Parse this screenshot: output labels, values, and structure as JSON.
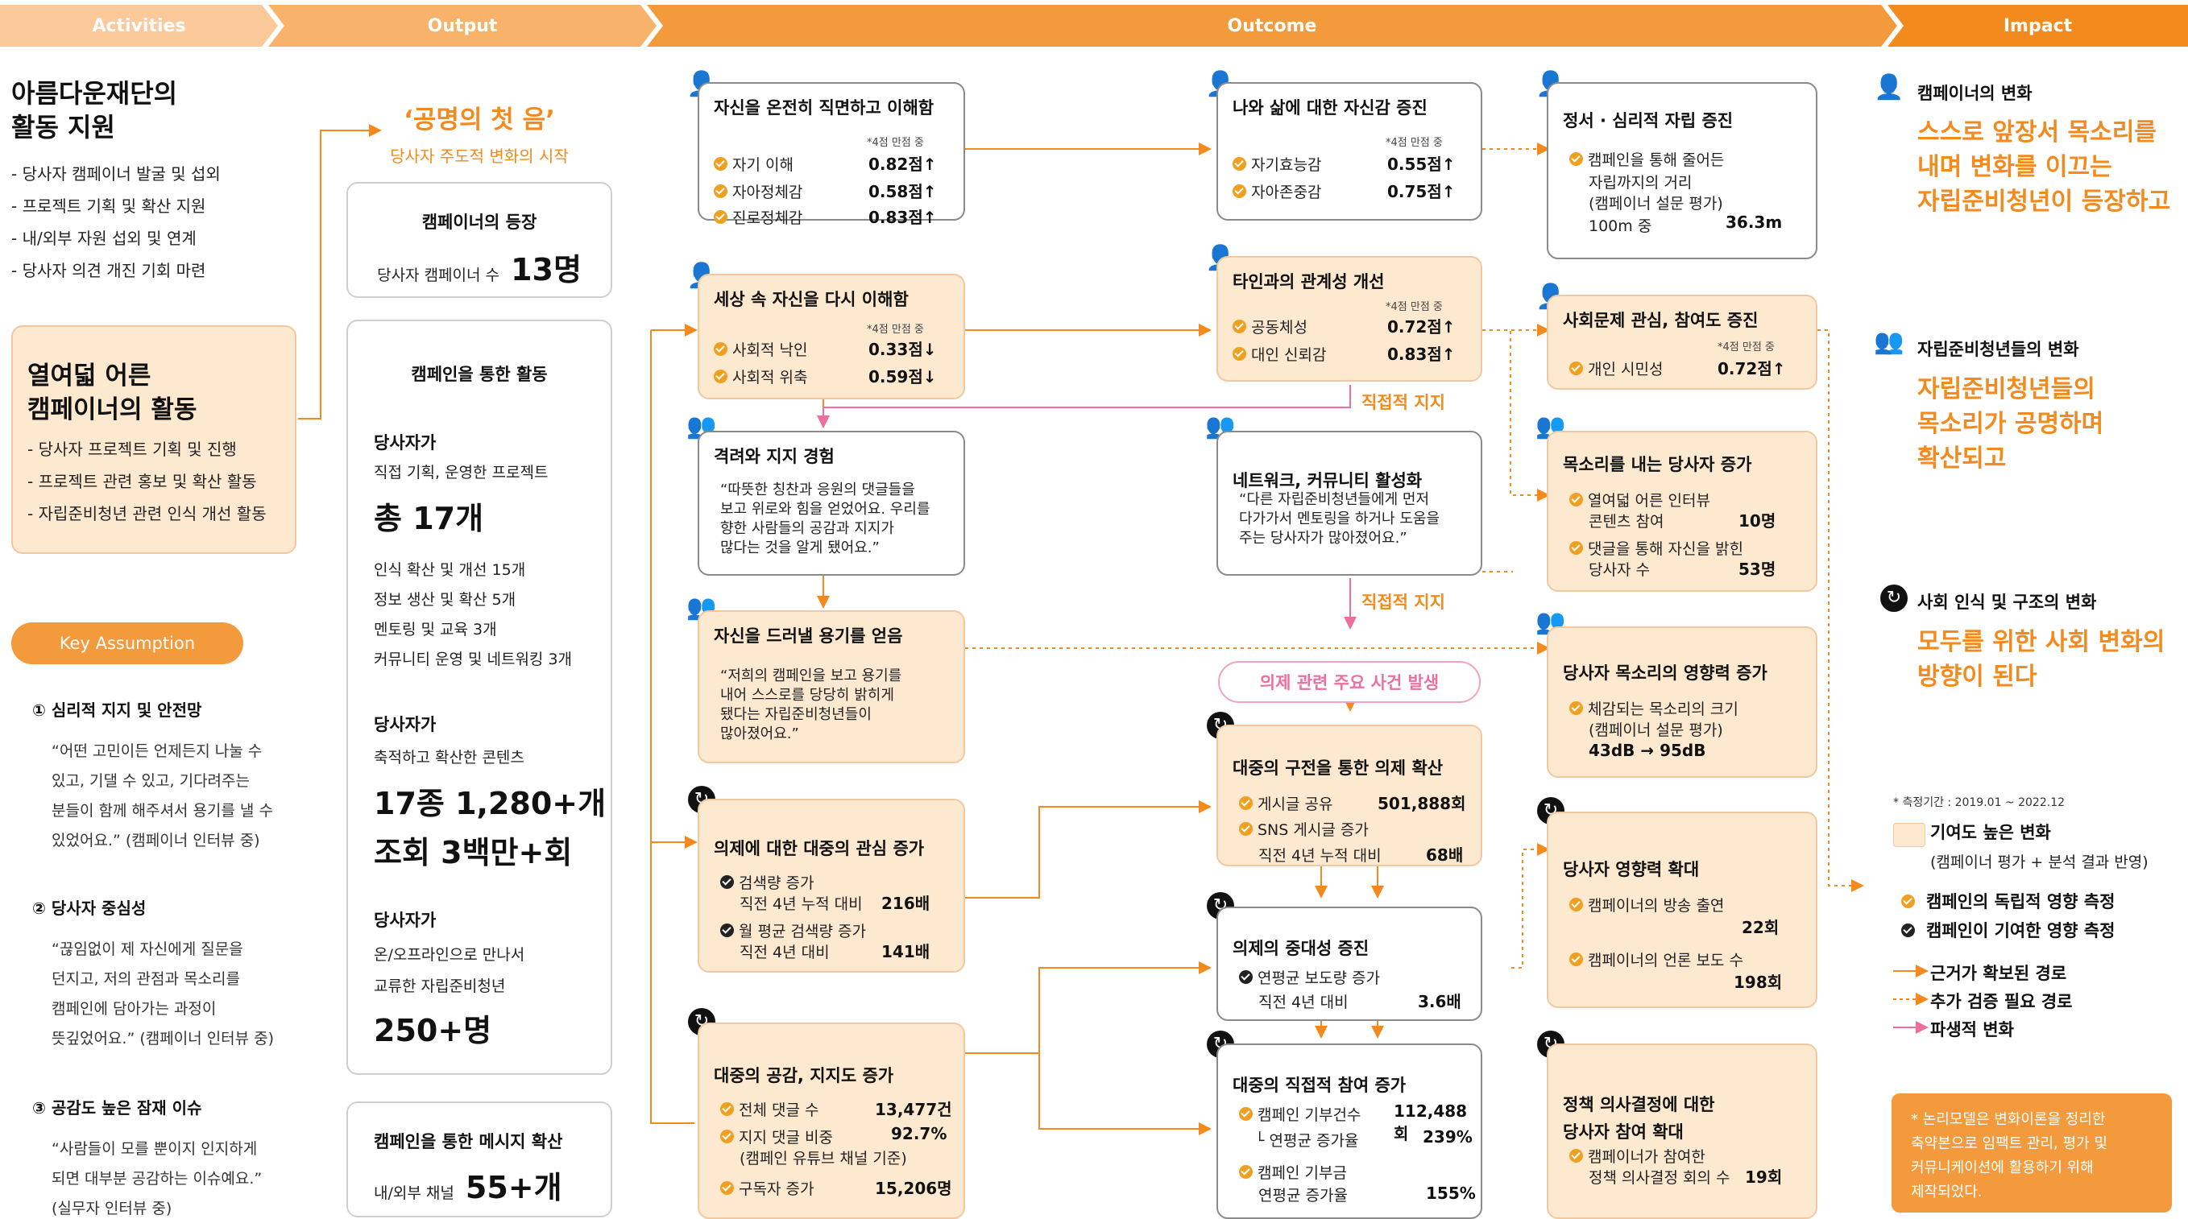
{
  "header": {
    "activities": "Activities",
    "output": "Output",
    "outcome": "Outcome",
    "impact": "Impact"
  },
  "activities": {
    "title_line1": "아름다운재단의",
    "title_line2": "활동 지원",
    "items": [
      "- 당사자 캠페이너 발굴 및 섭외",
      "- 프로젝트 기획 및 확산 지원",
      "- 내/외부 자원 섭외 및 연계",
      "- 당사자 의견 개진 기회 마련"
    ],
    "campaigner_title_line1": "열여덟 어른",
    "campaigner_title_line2": "캠페이너의 활동",
    "campaigner_items": [
      "- 당사자 프로젝트 기획 및 진행",
      "- 프로젝트 관련 홍보 및 확산 활동",
      "- 자립준비청년 관련 인식 개선 활동"
    ],
    "key_assumption": "Key Assumption",
    "assumptions": [
      {
        "title": "① 심리적 지지 및 안전망",
        "lines": [
          "“어떤 고민이든 언제든지 나눌 수",
          "있고, 기댈 수 있고, 기다려주는",
          "분들이 함께 해주셔서 용기를 낼 수",
          "있었어요.” (캠페이너 인터뷰 중)"
        ]
      },
      {
        "title": "② 당사자 중심성",
        "lines": [
          "“끊임없이 제 자신에게 질문을",
          "던지고, 저의 관점과 목소리를",
          "캠페인에 담아가는 과정이",
          "뜻깊었어요.” (캠페이너 인터뷰 중)"
        ]
      },
      {
        "title": "③ 공감도 높은 잠재 이슈",
        "lines": [
          "“사람들이 모를 뿐이지 인지하게",
          "되면 대부분 공감하는 이슈예요.”",
          "(실무자 인터뷰 중)"
        ]
      }
    ]
  },
  "output": {
    "title": "‘공명의 첫 음’",
    "subtitle": "당사자 주도적 변화의 시작",
    "emergence": {
      "title": "캠페이너의 등장",
      "label": "당사자 캠페이너 수",
      "value": "13명"
    },
    "activity": {
      "title": "캠페인을 통한 활동",
      "g1_head": "당사자가",
      "g1_sub": "직접 기획, 운영한 프로젝트",
      "g1_big": "총 17개",
      "g1_items": [
        "인식 확산 및 개선 15개",
        "정보 생산 및 확산 5개",
        "멘토링 및 교육 3개",
        "커뮤니티 운영 및 네트워킹 3개"
      ],
      "g2_head": "당사자가",
      "g2_sub": "축적하고 확산한 콘텐츠",
      "g2_big1": "17종 1,280+개",
      "g2_big2": "조회 3백만+회",
      "g3_head": "당사자가",
      "g3_sub1": "온/오프라인으로 만나서",
      "g3_sub2": "교류한 자립준비청년",
      "g3_big": "250+명"
    },
    "message": {
      "title": "캠페인을 통한 메시지 확산",
      "label": "내/외부 채널",
      "value": "55+개"
    }
  },
  "outcome": {
    "score_note": "*4점 만점 중",
    "self_face": {
      "title": "자신을 온전히 직면하고 이해함",
      "rows": [
        {
          "label": "자기 이해",
          "value": "0.82점↑"
        },
        {
          "label": "자아정체감",
          "value": "0.58점↑"
        },
        {
          "label": "진로정체감",
          "value": "0.83점↑"
        }
      ]
    },
    "self_world": {
      "title": "세상 속 자신을 다시 이해함",
      "rows": [
        {
          "label": "사회적 낙인",
          "value": "0.33점↓"
        },
        {
          "label": "사회적 위축",
          "value": "0.59점↓"
        }
      ]
    },
    "encourage": {
      "title": "격려와 지지 경험",
      "quote": [
        "“따뜻한 칭찬과 응원의 댓글들을",
        "보고 위로와 힘을 얻었어요. 우리를",
        "향한 사람들의 공감과 지지가",
        "많다는 것을 알게 됐어요.”"
      ]
    },
    "courage": {
      "title": "자신을 드러낼 용기를 얻음",
      "quote": [
        "“저희의 캠페인을 보고 용기를",
        "내어 스스로를 당당히 밝히게",
        "됐다는 자립준비청년들이",
        "많아졌어요.”"
      ]
    },
    "public_interest": {
      "title": "의제에 대한 대중의 관심 증가",
      "rows": [
        {
          "label": "검색량 증가",
          "sub": "직전 4년 누적 대비",
          "value": "216배"
        },
        {
          "label": "월 평균 검색량 증가",
          "sub": "직전 4년 대비",
          "value": "141배"
        }
      ]
    },
    "public_empathy": {
      "title": "대중의 공감, 지지도 증가",
      "rows": [
        {
          "label": "전체 댓글 수",
          "value": "13,477건"
        },
        {
          "label": "지지 댓글 비중",
          "sub": "(캠페인 유튜브 채널 기준)",
          "value": "92.7%"
        },
        {
          "label": "구독자 증가",
          "value": "15,206명"
        }
      ]
    },
    "self_esteem": {
      "title": "나와 삶에 대한 자신감 증진",
      "rows": [
        {
          "label": "자기효능감",
          "value": "0.55점↑"
        },
        {
          "label": "자아존중감",
          "value": "0.75점↑"
        }
      ]
    },
    "relation": {
      "title": "타인과의 관계성 개선",
      "rows": [
        {
          "label": "공동체성",
          "value": "0.72점↑"
        },
        {
          "label": "대인 신뢰감",
          "value": "0.83점↑"
        }
      ]
    },
    "network": {
      "title": "네트워크, 커뮤니티 활성화",
      "quote": [
        "“다른 자립준비청년들에게 먼저",
        "다가가서 멘토링을 하거나 도움을",
        "주는 당사자가 많아졌어요.”"
      ]
    },
    "event": "의제 관련 주요 사건 발생",
    "direct_support": "직접적 지지",
    "agenda_spread": {
      "title": "대중의 구전을 통한 의제 확산",
      "rows": [
        {
          "label": "게시글 공유",
          "value": "501,888회"
        },
        {
          "label": "SNS 게시글 증가",
          "sub": "직전 4년 누적 대비",
          "value": "68배"
        }
      ]
    },
    "agenda_weight": {
      "title": "의제의 중대성 증진",
      "rows": [
        {
          "label": "연평균 보도량 증가",
          "sub": "직전 4년 대비",
          "value": "3.6배"
        }
      ]
    },
    "direct_part": {
      "title": "대중의 직접적 참여 증가",
      "rows": [
        {
          "label": "캠페인 기부건수",
          "value": "112,488회"
        },
        {
          "label": "└ 연평균 증가율",
          "value": "239%"
        },
        {
          "label": "캠페인 기부금",
          "sub": "연평균 증가율",
          "value": "155%"
        }
      ]
    },
    "emotional": {
      "title": "정서 · 심리적 자립 증진",
      "lines": [
        "캠페인을 통해 줄어든",
        "자립까지의 거리",
        "(캠페이너 설문 평가)"
      ],
      "from": "100m 중",
      "value": "36.3m"
    },
    "social_issue": {
      "title": "사회문제 관심, 참여도 증진",
      "rows": [
        {
          "label": "개인 시민성",
          "value": "0.72점↑"
        }
      ]
    },
    "voices": {
      "title": "목소리를 내는 당사자 증가",
      "rows": [
        {
          "label": "열여덟 어른 인터뷰",
          "sub": "콘텐츠 참여",
          "value": "10명"
        },
        {
          "label": "댓글을 통해 자신을 밝힌",
          "sub": "당사자 수",
          "value": "53명"
        }
      ]
    },
    "influence": {
      "title": "당사자 목소리의 영향력 증가",
      "lines": [
        "체감되는 목소리의 크기",
        "(캠페이너 설문 평가)"
      ],
      "value": "43dB → 95dB"
    },
    "influence_ext": {
      "title": "당사자 영향력 확대",
      "rows": [
        {
          "label": "캠페이너의 방송 출연",
          "value": "22회"
        },
        {
          "label": "캠페이너의 언론 보도 수",
          "value": "198회"
        }
      ]
    },
    "policy": {
      "title_line1": "정책 의사결정에 대한",
      "title_line2": "당사자 참여 확대",
      "row_label": "캠페이너가 참여한",
      "row_sub": "정책 의사결정 회의 수",
      "value": "19회"
    }
  },
  "impact": {
    "items": [
      {
        "title": "캠페이너의 변화",
        "lines": [
          "스스로 앞장서 목소리를",
          "내며 변화를 이끄는",
          "자립준비청년이 등장하고"
        ]
      },
      {
        "title": "자립준비청년들의 변화",
        "lines": [
          "자립준비청년들의",
          "목소리가 공명하며",
          "확산되고"
        ]
      },
      {
        "title": "사회 인식 및 구조의 변화",
        "lines": [
          "모두를 위한 사회 변화의",
          "방향이 된다"
        ]
      }
    ],
    "period": "* 측정기간 : 2019.01 ~ 2022.12",
    "legend": {
      "high": "기여도 높은 변화",
      "high_sub": "(캠페이너 평가 + 분석 결과 반영)",
      "independent": "캠페인의 독립적 영향 측정",
      "contribute": "캠페인이 기여한 영향 측정",
      "solid": "근거가 확보된 경로",
      "dotted": "추가 검증 필요 경로",
      "pink": "파생적 변화"
    },
    "footnote": [
      "* 논리모델은 변화이론을 정리한",
      "축약본으로 임팩트 관리, 평가 및",
      "커뮤니케이션에 활용하기 위해",
      "제작되었다."
    ]
  },
  "colors": {
    "orange": "#f28a1e",
    "header_light": "#fbc99a",
    "highlight": "#fde8d0",
    "pink": "#ec6fa0"
  }
}
